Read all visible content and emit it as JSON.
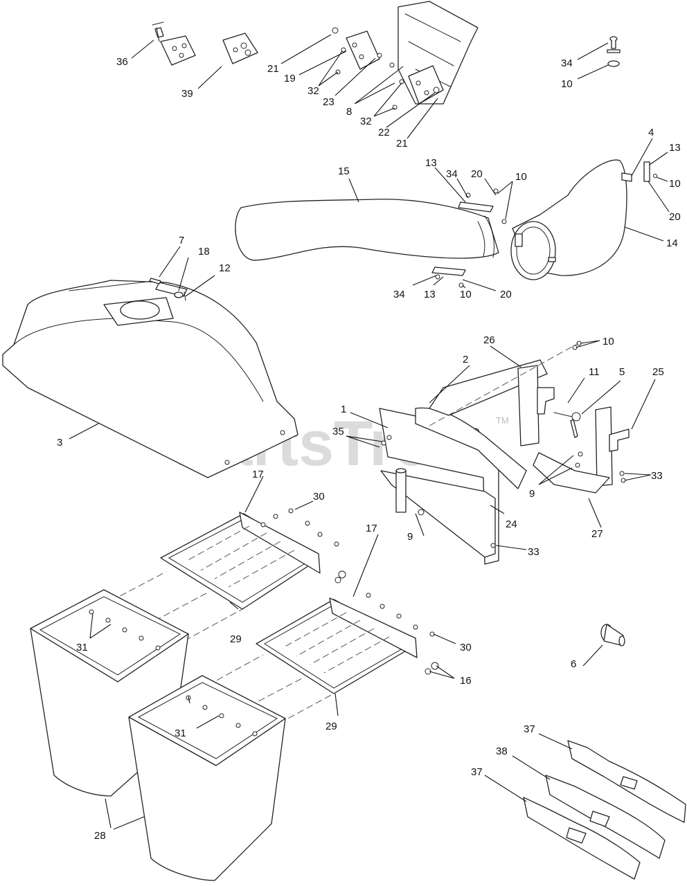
{
  "watermark": {
    "text": "PartsTree",
    "trademark": "TM"
  },
  "callouts": [
    "1",
    "2",
    "3",
    "4",
    "5",
    "6",
    "7",
    "8",
    "9",
    "10",
    "11",
    "12",
    "13",
    "14",
    "15",
    "16",
    "17",
    "18",
    "19",
    "20",
    "21",
    "22",
    "23",
    "24",
    "25",
    "26",
    "27",
    "28",
    "29",
    "30",
    "31",
    "32",
    "33",
    "34",
    "35",
    "36",
    "37",
    "38",
    "39"
  ]
}
